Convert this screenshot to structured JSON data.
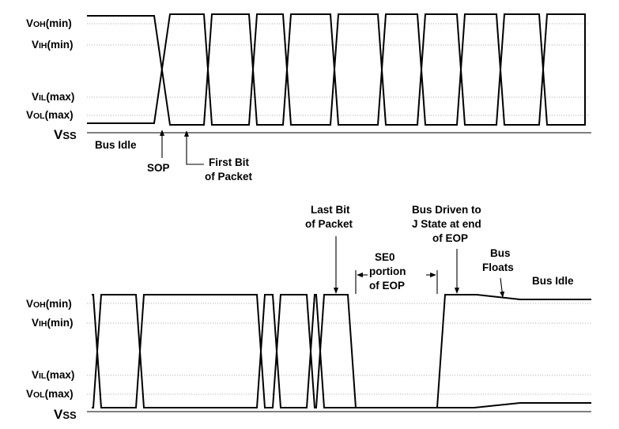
{
  "levels": {
    "voh": [
      "V",
      "OH",
      "(min)"
    ],
    "vih": [
      "V",
      "IH",
      "(min)"
    ],
    "vil": [
      "V",
      "IL",
      "(max)"
    ],
    "vol": [
      "V",
      "OL",
      "(max)"
    ],
    "vss": [
      "V",
      "SS"
    ]
  },
  "top": {
    "bus_idle": "Bus Idle",
    "sop": "SOP",
    "first_bit": [
      "First Bit",
      "of Packet"
    ]
  },
  "bottom": {
    "last_bit": [
      "Last Bit",
      "of Packet"
    ],
    "se0": [
      "SE0",
      "portion",
      "of EOP"
    ],
    "bus_driven": [
      "Bus Driven to",
      "J State at end",
      "of EOP"
    ],
    "bus_floats": [
      "Bus",
      "Floats"
    ],
    "bus_idle": "Bus Idle"
  }
}
